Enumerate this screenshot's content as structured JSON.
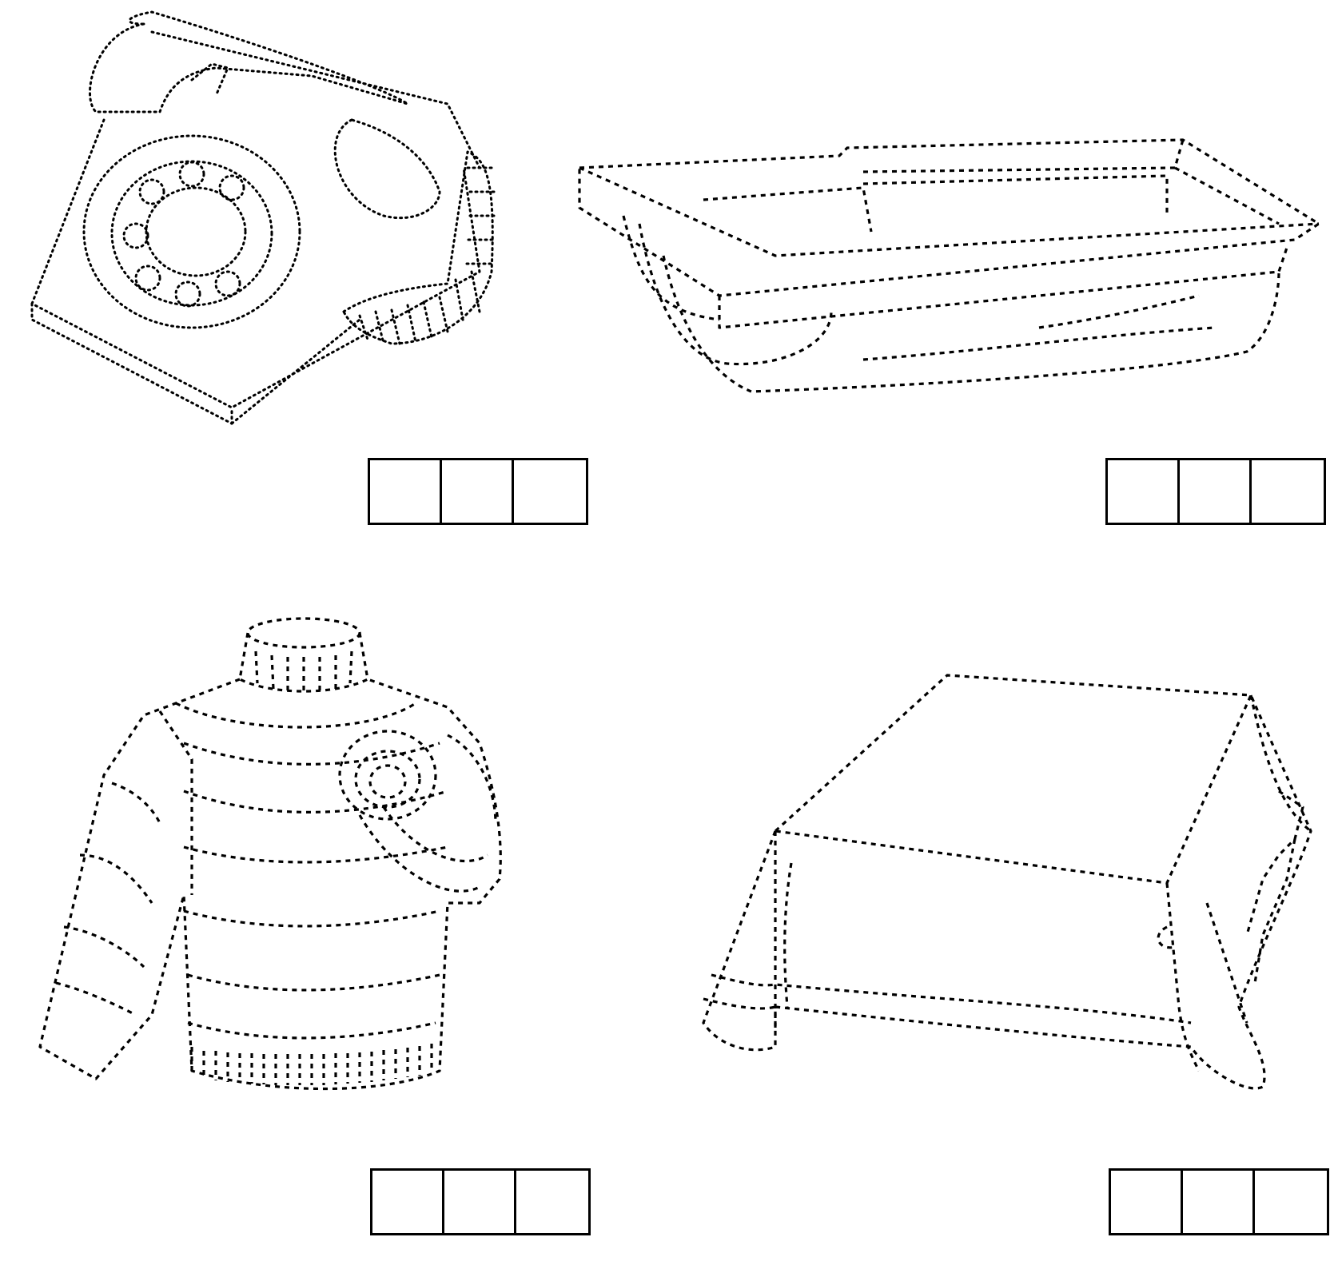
{
  "worksheet": {
    "items": [
      {
        "picture": "telephone-icon",
        "letter_boxes": 3
      },
      {
        "picture": "tray-icon",
        "letter_boxes": 3
      },
      {
        "picture": "sweater-icon",
        "letter_boxes": 3
      },
      {
        "picture": "table-icon",
        "letter_boxes": 3
      }
    ],
    "line_color": "#000000",
    "background": "#ffffff"
  }
}
